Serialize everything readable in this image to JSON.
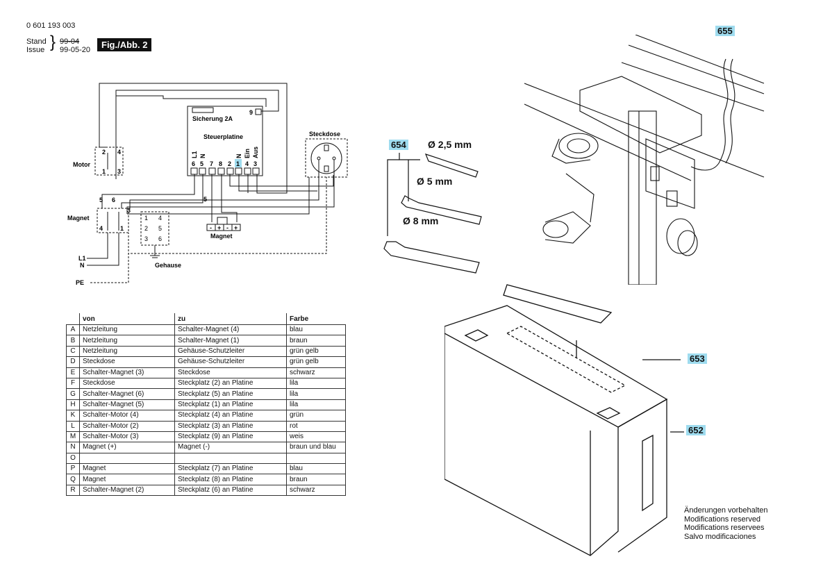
{
  "header": {
    "part_number": "0 601 193 003",
    "stand_label": "Stand",
    "issue_label": "Issue",
    "old_date": "99-04",
    "issue_date": "99-05-20",
    "figure_label": "Fig./Abb. 2"
  },
  "wiring_diagram": {
    "fuse_label": "Sicherung 2A",
    "board_label": "Steuerplatine",
    "terminal_9": "9",
    "terminals": [
      "6",
      "5",
      "7",
      "8",
      "2",
      "1",
      "4",
      "3"
    ],
    "terminal_rot": [
      "L1",
      "N",
      "",
      "",
      "",
      "N",
      "Ein",
      "Aus"
    ],
    "socket_label": "Steckdose",
    "motor_label": "Motor",
    "magnet_switch_label": "Magnet",
    "magnet_label": "Magnet",
    "housing_label": "Gehause",
    "l1_label": "L1",
    "n_label": "N",
    "pe_label": "PE",
    "motor_pins": [
      "2",
      "4",
      "1",
      "3"
    ],
    "switch_pins": [
      "5",
      "6",
      "3",
      "4",
      "1"
    ],
    "node_5": "5",
    "housing_pins": [
      "1",
      "4",
      "2",
      "5",
      "3",
      "6"
    ],
    "magnet_pins": [
      "-",
      "+",
      "-",
      "+"
    ]
  },
  "wire_table": {
    "headers": [
      "",
      "von",
      "zu",
      "Farbe"
    ],
    "rows": [
      [
        "A",
        "Netzleitung",
        "Schalter-Magnet (4)",
        "blau"
      ],
      [
        "B",
        "Netzleitung",
        "Schalter-Magnet (1)",
        "braun"
      ],
      [
        "C",
        "Netzleitung",
        "Gehäuse-Schutzleiter",
        "grün gelb"
      ],
      [
        "D",
        "Steckdose",
        "Gehäuse-Schutzleiter",
        "grün gelb"
      ],
      [
        "E",
        "Schalter-Magnet (3)",
        "Steckdose",
        "schwarz"
      ],
      [
        "F",
        "Steckdose",
        "Steckplatz (2) an Platine",
        "lila"
      ],
      [
        "G",
        "Schalter-Magnet (6)",
        "Steckplatz (5) an Platine",
        "lila"
      ],
      [
        "H",
        "Schalter-Magnet (5)",
        "Steckplatz (1) an Platine",
        "lila"
      ],
      [
        "K",
        "Schalter-Motor (4)",
        "Steckplatz (4) an Platine",
        "grün"
      ],
      [
        "L",
        "Schalter-Motor (2)",
        "Steckplatz (3) an Platine",
        "rot"
      ],
      [
        "M",
        "Schalter-Motor (3)",
        "Steckplatz (9) an Platine",
        "weis"
      ],
      [
        "N",
        "Magnet (+)",
        "Magnet (-)",
        "braun und blau"
      ],
      [
        "O",
        "",
        "",
        ""
      ],
      [
        "P",
        "Magnet",
        "Steckplatz (7) an Platine",
        "blau"
      ],
      [
        "Q",
        "Magnet",
        "Steckplatz (8) an Platine",
        "braun"
      ],
      [
        "R",
        "Schalter-Magnet (2)",
        "Steckplatz (6) an Platine",
        "schwarz"
      ]
    ]
  },
  "parts": {
    "p654": "654",
    "p655": "655",
    "p653": "653",
    "p652": "652",
    "key_sizes": [
      "Ø 2,5 mm",
      "Ø 5 mm",
      "Ø 8 mm"
    ]
  },
  "notes": [
    "Änderungen vorbehalten",
    "Modifications reserved",
    "Modifications reservees",
    "Salvo modificaciones"
  ],
  "colors": {
    "callout": "#9fdcef",
    "line": "#111111"
  }
}
